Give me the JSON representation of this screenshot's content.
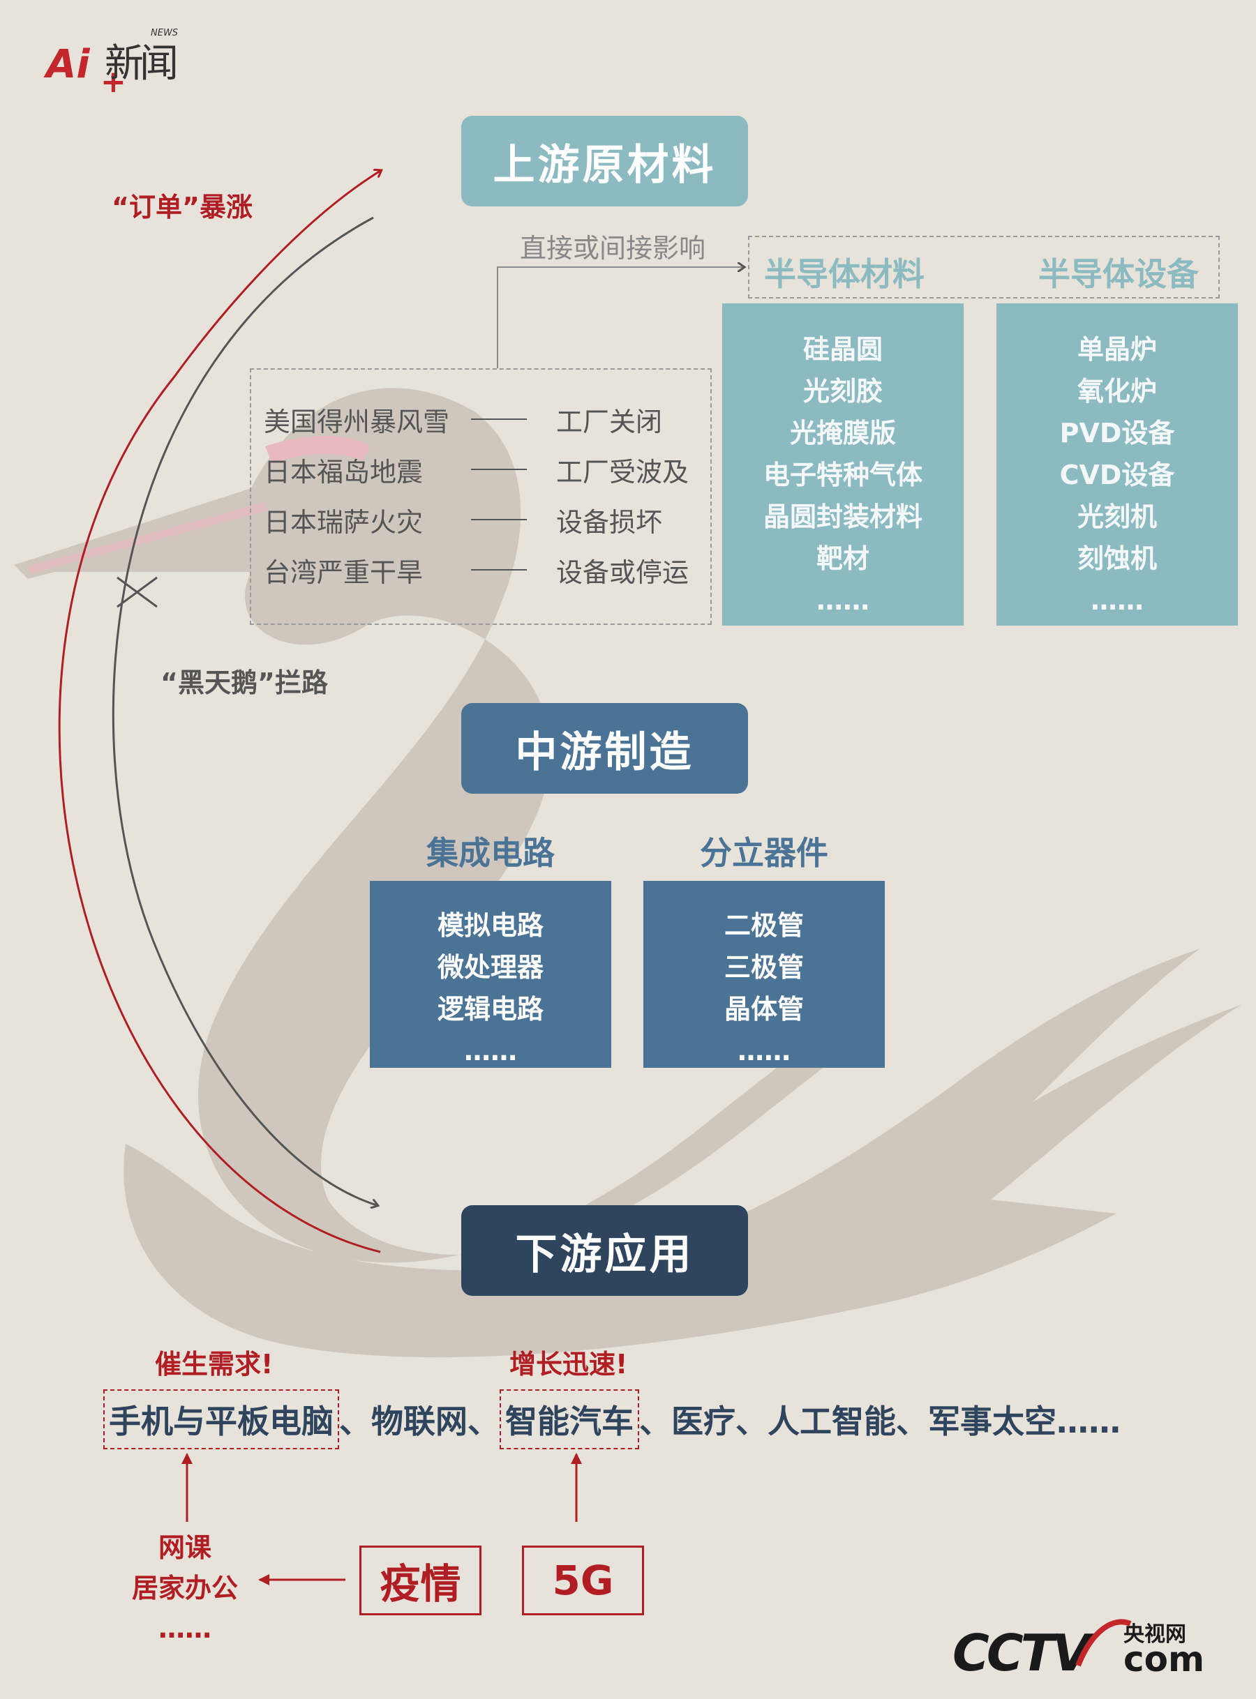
{
  "logo": {
    "left_text": "Ai",
    "plus": "+",
    "right_text": "新闻",
    "news_text": "NEWS"
  },
  "upstream": {
    "title": "上游原材料",
    "influence_label": "直接或间接影响",
    "materials": {
      "title": "半导体材料",
      "items": [
        "硅晶圆",
        "光刻胶",
        "光掩膜版",
        "电子特种气体",
        "晶圆封装材料",
        "靶材",
        "……"
      ]
    },
    "equipment": {
      "title": "半导体设备",
      "items": [
        "单晶炉",
        "氧化炉",
        "PVD设备",
        "CVD设备",
        "光刻机",
        "刻蚀机",
        "……"
      ]
    }
  },
  "events": [
    {
      "event": "美国得州暴风雪",
      "result": "工厂关闭"
    },
    {
      "event": "日本福岛地震",
      "result": "工厂受波及"
    },
    {
      "event": "日本瑞萨火灾",
      "result": "设备损坏"
    },
    {
      "event": "台湾严重干旱",
      "result": "设备或停运"
    }
  ],
  "arrows": {
    "orders_label": "“订单”暴涨",
    "black_swan_label": "“黑天鹅”拦路"
  },
  "midstream": {
    "title": "中游制造",
    "ic": {
      "title": "集成电路",
      "items": [
        "模拟电路",
        "微处理器",
        "逻辑电路",
        "……"
      ]
    },
    "discrete": {
      "title": "分立器件",
      "items": [
        "二极管",
        "三极管",
        "晶体管",
        "……"
      ]
    }
  },
  "downstream": {
    "title": "下游应用",
    "demand_label": "催生需求!",
    "growth_label": "增长迅速!",
    "apps": {
      "phones": "手机与平板电脑",
      "sep1": "、",
      "iot": "物联网",
      "sep2": "、",
      "smart_car": "智能汽车",
      "rest": "、医疗、人工智能、军事太空……"
    },
    "side_notes": [
      "网课",
      "居家办公",
      "……"
    ],
    "pandemic": "疫情",
    "five_g": "5G"
  },
  "footer": {
    "brand_main": "CCTV",
    "brand_cn": "央视网",
    "brand_com": "com"
  },
  "colors": {
    "background": "#e8e3da",
    "swan": "#cfc7bd",
    "teal": "#8bbac1",
    "steel_blue": "#4a7395",
    "navy": "#2f455e",
    "red": "#b01e23",
    "gray_arrow": "#555555"
  }
}
